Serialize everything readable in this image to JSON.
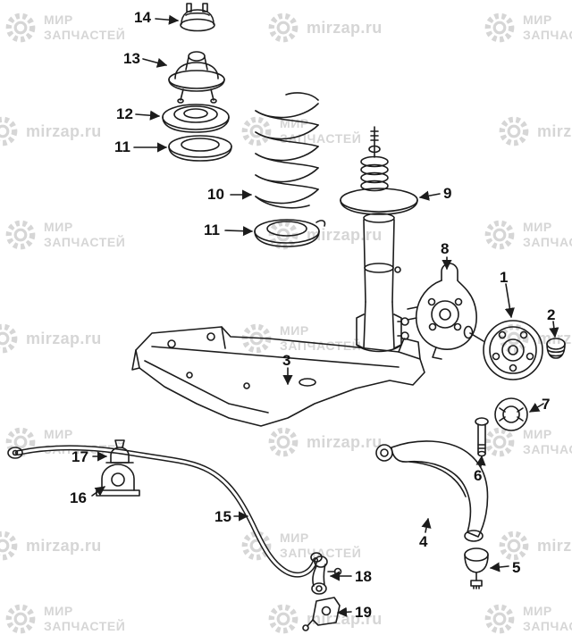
{
  "watermark": {
    "brand_line1": "МИР",
    "brand_line2": "ЗАПЧАСТЕЙ",
    "site": "mirzap.ru",
    "color": "#d6d6d6"
  },
  "diagram": {
    "background": "#ffffff",
    "ink_color": "#1c1c1c"
  },
  "callouts": [
    {
      "number": "14"
    },
    {
      "number": "13"
    },
    {
      "number": "12"
    },
    {
      "number": "11"
    },
    {
      "number": "10"
    },
    {
      "number": "11"
    },
    {
      "number": "9"
    },
    {
      "number": "8"
    },
    {
      "number": "1"
    },
    {
      "number": "2"
    },
    {
      "number": "3"
    },
    {
      "number": "7"
    },
    {
      "number": "6"
    },
    {
      "number": "4"
    },
    {
      "number": "5"
    },
    {
      "number": "15"
    },
    {
      "number": "17"
    },
    {
      "number": "16"
    },
    {
      "number": "18"
    },
    {
      "number": "19"
    }
  ]
}
